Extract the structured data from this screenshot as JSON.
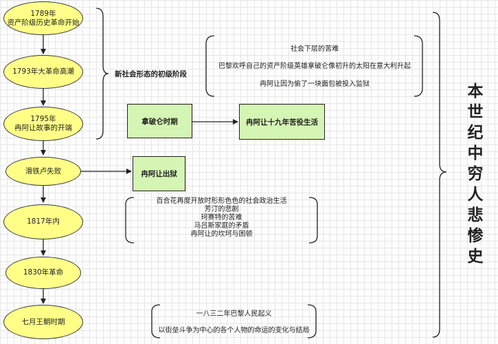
{
  "nodes": [
    {
      "text": "1789年\n资产阶级历史革命开始"
    },
    {
      "text": "1793年大革命高潮"
    },
    {
      "text": "1795年\n冉阿让故事的开端"
    },
    {
      "text": "滑铁卢失败"
    },
    {
      "text": "1817年内"
    },
    {
      "text": "1830年革命"
    },
    {
      "text": "七月王朝时期"
    }
  ],
  "stage_label": "新社会形态的初级阶段",
  "boxes": {
    "napoleon": "拿破仑时期",
    "hard_labor": "冉阿让十九年苦役生活",
    "prison": "冉阿让出狱"
  },
  "comments": {
    "top": [
      "社会下层的苦难",
      "巴黎欢呼自己的资产阶级英雄拿破仑像初升的太阳在意大利升起",
      "冉阿让因为偷了一块面包被投入监狱"
    ],
    "middle": [
      "百合花再度开放时形形色色的社会政治生活",
      "芳汀的悲剧",
      "珂赛特的苦难",
      "马吕斯家庭的矛盾",
      "冉阿让的坎坷与困顿"
    ],
    "bottom": [
      "一八三二年巴黎人民起义",
      "以街垒斗争为中心的各个人物的命运的变化与结局"
    ]
  },
  "title": "本世纪中穷人悲惨史",
  "colors": {
    "node_fill": "#ffff88",
    "box_fill": "#d5f5b4",
    "stroke": "#222222"
  }
}
